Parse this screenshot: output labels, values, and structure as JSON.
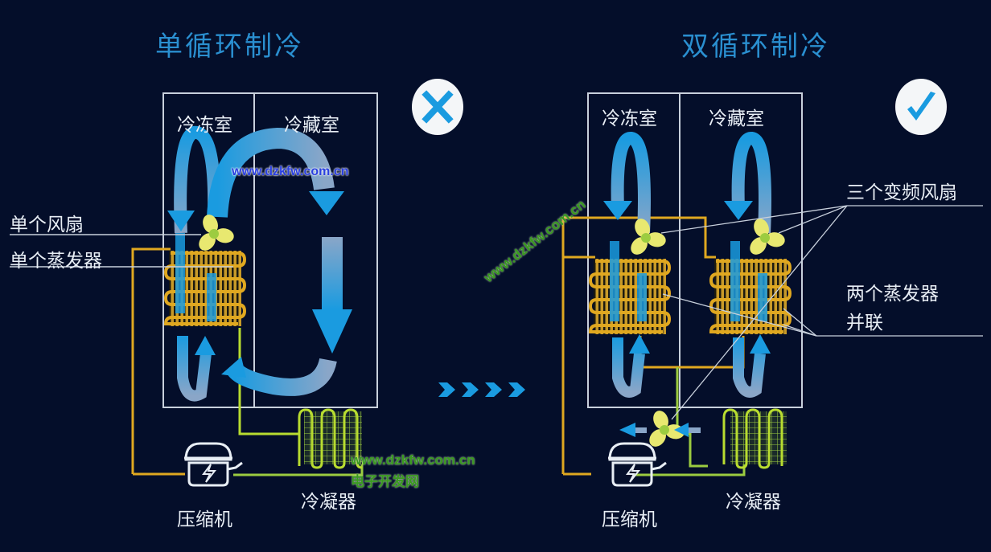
{
  "left": {
    "title": "单循环制冷",
    "freezer_label": "冷冻室",
    "fridge_label": "冷藏室",
    "fan_label": "单个风扇",
    "evaporator_label": "单个蒸发器",
    "compressor_label": "压缩机",
    "condenser_label": "冷凝器",
    "verdict_icon": "cross-icon"
  },
  "right": {
    "title": "双循环制冷",
    "freezer_label": "冷冻室",
    "fridge_label": "冷藏室",
    "fans_label": "三个变频风扇",
    "evaporators_label_line1": "两个蒸发器",
    "evaporators_label_line2": "并联",
    "compressor_label": "压缩机",
    "condenser_label": "冷凝器",
    "verdict_icon": "check-icon"
  },
  "transition_icon": "chevrons-right-icon",
  "watermarks": {
    "top": "www.dzkfw.com.cn",
    "bottom_line1": "www.dzkfw.com.cn",
    "bottom_line2": "电子开发网",
    "diagonal": "www.dzkfw.com.cn"
  },
  "colors": {
    "background": "#040e2a",
    "title": "#2a8fd0",
    "airflow": "#1a9be0",
    "evaporator_pipe": "#e0a820",
    "condenser_pipe": "#9ccc40",
    "fan": "#e8e870"
  }
}
